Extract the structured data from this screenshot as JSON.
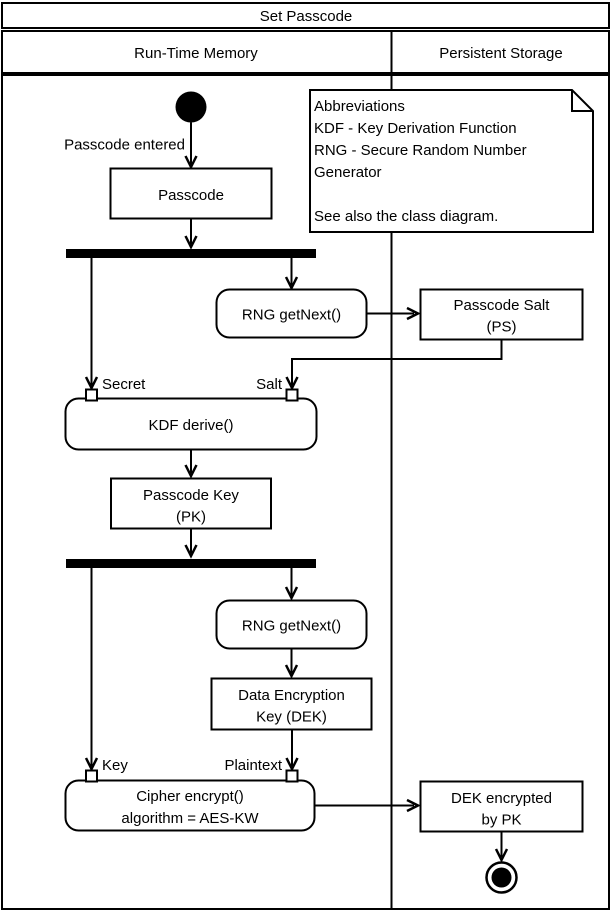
{
  "title": "Set Passcode",
  "lanes": {
    "left": "Run-Time Memory",
    "right": "Persistent Storage"
  },
  "note": {
    "line1": "Abbreviations",
    "line2": "KDF - Key Derivation Function",
    "line3": "RNG - Secure Random Number",
    "line4": "Generator",
    "line5": "",
    "line6": "See also the class diagram."
  },
  "labels": {
    "start_transition": "Passcode entered",
    "secret_pin": "Secret",
    "salt_pin": "Salt",
    "key_pin": "Key",
    "plaintext_pin": "Plaintext"
  },
  "nodes": {
    "passcode": "Passcode",
    "rng_getnext_1": "RNG getNext()",
    "passcode_salt": {
      "line1": "Passcode Salt",
      "line2": "(PS)"
    },
    "kdf_derive": "KDF derive()",
    "passcode_key": {
      "line1": "Passcode Key",
      "line2": "(PK)"
    },
    "rng_getnext_2": "RNG getNext()",
    "dek": {
      "line1": "Data Encryption",
      "line2": "Key (DEK)"
    },
    "cipher_encrypt": {
      "line1": "Cipher encrypt()",
      "line2": "algorithm = AES-KW"
    },
    "dek_encrypted": {
      "line1": "DEK encrypted",
      "line2": "by PK"
    }
  },
  "colors": {
    "line": "#000000",
    "background": "#ffffff"
  }
}
